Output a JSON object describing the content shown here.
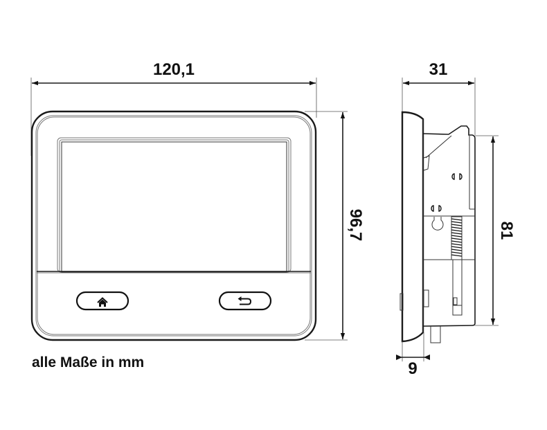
{
  "drawing": {
    "type": "technical-dimension-drawing",
    "front_view": {
      "width_dimension": "120,1",
      "height_dimension": "96,7",
      "buttons": [
        {
          "name": "home",
          "icon": "home-icon"
        },
        {
          "name": "back",
          "icon": "back-arrow-icon"
        }
      ]
    },
    "side_view": {
      "depth_dimension": "31",
      "mount_height_dimension": "81",
      "bezel_depth_dimension": "9"
    },
    "note": "alle Maße in mm",
    "colors": {
      "line": "#1a1a1a",
      "background": "#ffffff"
    }
  }
}
